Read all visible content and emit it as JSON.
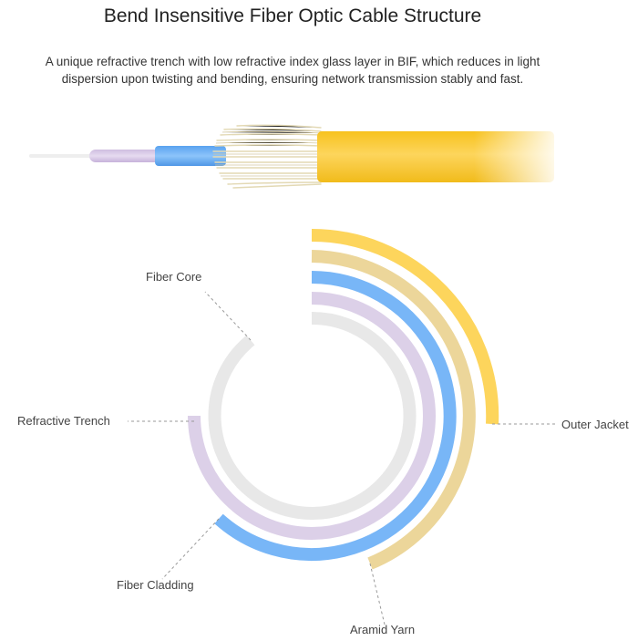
{
  "title": "Bend Insensitive Fiber Optic Cable Structure",
  "description": "A unique refractive trench with low refractive index glass layer in BIF, which reduces in light dispersion upon twisting and bending, ensuring network transmission stably and fast.",
  "layers": {
    "fiber_core": "Fiber Core",
    "refractive_trench": "Refractive Trench",
    "fiber_cladding": "Fiber Cladding",
    "aramid_yarn": "Aramid Yarn",
    "outer_jacket": "Outer Jacket"
  },
  "colors": {
    "fiber_core": "#e8e8e8",
    "refractive_trench": "#dcd0e8",
    "fiber_cladding": "#78b6f7",
    "aramid_yarn": "#ecd69a",
    "outer_jacket": "#fdd55c",
    "leader_line": "#999999"
  }
}
